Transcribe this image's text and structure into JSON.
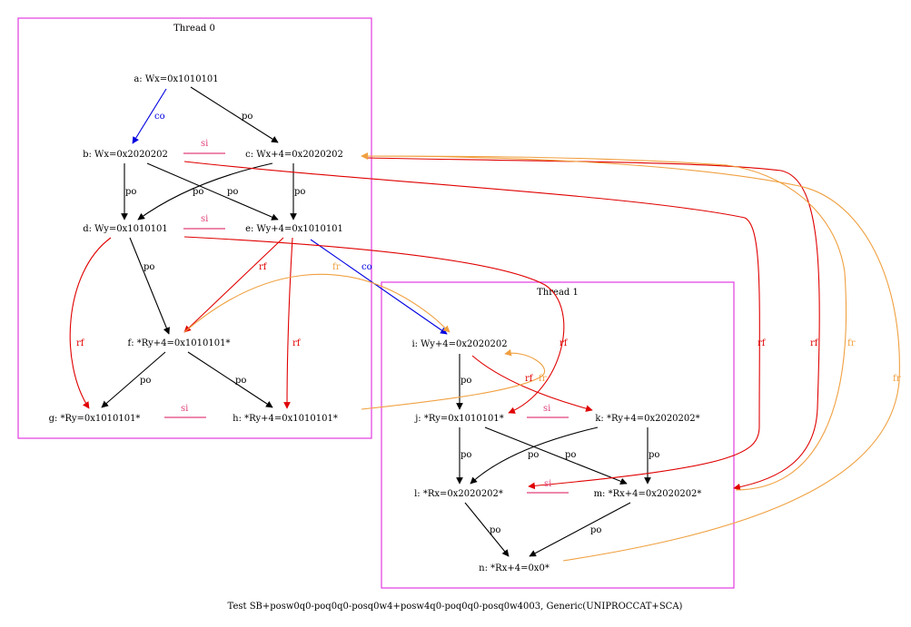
{
  "caption": "Test SB+posw0q0-poq0q0-posq0w4+posw4q0-poq0q0-posq0w4003, Generic(UNIPROCCAT+SCA)",
  "colors": {
    "cluster": "#e23be2",
    "po": "#000000",
    "co": "#0000e0",
    "rf": "#e00000",
    "fr": "#f0a040",
    "si": "#e0407a"
  },
  "clusters": [
    {
      "id": "thread0",
      "title": "Thread 0"
    },
    {
      "id": "thread1",
      "title": "Thread 1"
    }
  ],
  "nodes": {
    "a": "a: Wx=0x1010101",
    "b": "b: Wx=0x2020202",
    "c": "c: Wx+4=0x2020202",
    "d": "d: Wy=0x1010101",
    "e": "e: Wy+4=0x1010101",
    "f": "f: *Ry+4=0x1010101*",
    "g": "g: *Ry=0x1010101*",
    "h": "h: *Ry+4=0x1010101*",
    "i": "i: Wy+4=0x2020202",
    "j": "j: *Ry=0x1010101*",
    "k": "k: *Ry+4=0x2020202*",
    "l": "l: *Rx=0x2020202*",
    "m": "m: *Rx+4=0x2020202*",
    "n": "n: *Rx+4=0x0*"
  },
  "edge_labels": {
    "po": "po",
    "co": "co",
    "rf": "rf",
    "fr": "fr",
    "si": "si"
  }
}
